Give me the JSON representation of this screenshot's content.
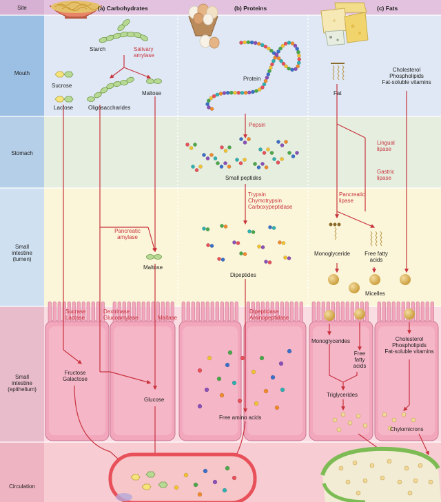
{
  "rows": {
    "site": "Site",
    "mouth": "Mouth",
    "stomach": "Stomach",
    "si_lumen": [
      "Small",
      "intestine",
      "(lumen)"
    ],
    "si_epithelium": [
      "Small",
      "intestine",
      "(epithelium)"
    ],
    "circulation": "Circulation"
  },
  "columns": {
    "carbs": "(a) Carbohydrates",
    "proteins": "(b) Proteins",
    "fats": "(c) Fats"
  },
  "carbs": {
    "starch": "Starch",
    "salivary_amylase": [
      "Salivary",
      "amylase"
    ],
    "sucrose": "Sucrose",
    "lactose": "Lactose",
    "oligosaccharides": "Oligosaccharides",
    "maltose_mouth": "Maltose",
    "pancreatic_amylase": [
      "Pancreatic",
      "amylase"
    ],
    "maltose_lumen": "Maltose",
    "sucrase_lactase": [
      "Sucrase",
      "Lactase"
    ],
    "dextrinase_glucoamylase": [
      "Dextrinase",
      "Glucoamylase"
    ],
    "maltase": "Maltase",
    "fructose_galactose": [
      "Fructose",
      "Galactose"
    ],
    "glucose": "Glucose"
  },
  "proteins": {
    "protein": "Protein",
    "pepsin": "Pepsin",
    "small_peptides": "Small peptides",
    "pancreatic_proteases": [
      "Trypsin",
      "Chymotrypsin",
      "Carboxypeptidase"
    ],
    "dipeptides": "Dipeptides",
    "brush_border": [
      "Dipeptidase",
      "Aminopeptidase"
    ],
    "free_amino_acids": "Free amino acids"
  },
  "fats": {
    "fat": "Fat",
    "cholesterol_mouth": [
      "Cholesterol",
      "Phospholipids",
      "Fat-soluble vitamins"
    ],
    "lingual_lipase": [
      "Lingual",
      "lipase"
    ],
    "gastric_lipase": [
      "Gastric",
      "lipase"
    ],
    "pancreatic_lipase": [
      "Pancreatic",
      "lipase"
    ],
    "monoglyceride": "Monoglyceride",
    "free_fatty_acids": [
      "Free fatty",
      "acids"
    ],
    "micelles": "Micelles",
    "monoglycerides": "Monoglycerides",
    "free_fatty_acids_epi": [
      "Free",
      "fatty",
      "acids"
    ],
    "cholesterol_epi": [
      "Cholesterol",
      "Phospholipids",
      "Fat-soluble vitamins"
    ],
    "triglycerides": "Triglycerides",
    "chylomicrons": "Chylomicrons"
  },
  "colors": {
    "site_band": "#e2c2de",
    "mouth_band": "#dfe8f4",
    "stomach_band": "#e6eedf",
    "lumen_band": "#fbf6d9",
    "epithelium_band": "#fadde3",
    "circulation_band": "#f7cdd3",
    "label_column": "#8ab5de",
    "enzyme_text": "#c8323c",
    "arrow": "#c8323c",
    "cell": "#f2a7bd",
    "blood_vessel": "#e8505a",
    "lymph_vessel": "#7dbb55",
    "micelle": "#d9b04a"
  }
}
